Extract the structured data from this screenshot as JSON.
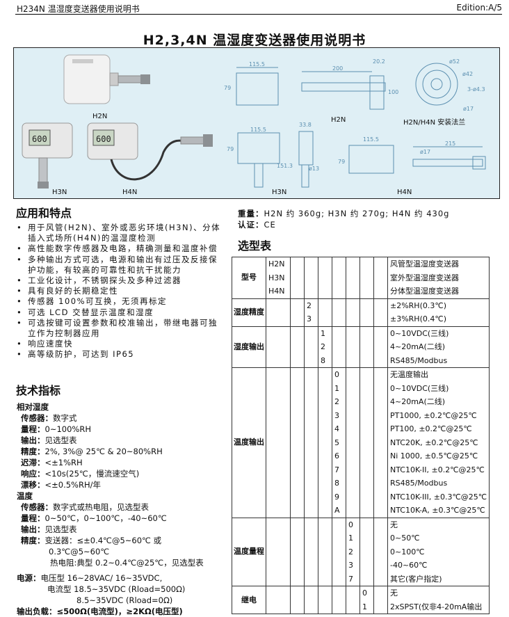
{
  "header": {
    "doc_id": "H234N 温湿度变送器使用说明书",
    "edition": "Edition:A/5"
  },
  "title": "H2,3,4N 温湿度变送器使用说明书",
  "figure": {
    "labels": {
      "h2n_photo": "H2N",
      "h3n_photo": "H3N",
      "h4n_photo": "H4N",
      "h2n_drawing": "H2N",
      "h2n_h4n_flange": "H2N/H4N 安装法兰",
      "h3n_drawing": "H3N",
      "h4n_drawing": "H4N"
    },
    "dims": {
      "d1": "115.5",
      "d2": "79",
      "d3": "200",
      "d4": "20.2",
      "d5": "100",
      "d6": "ø52",
      "d7": "ø42",
      "d8": "3-ø4.3",
      "d9": "ø17",
      "d10": "115.5",
      "d11": "33.8",
      "d12": "79",
      "d13": "151.3",
      "d14": "ø13",
      "d15": "115.5",
      "d16": "215",
      "d17": "ø17",
      "d18": "79"
    },
    "display_text": "600"
  },
  "features": {
    "heading": "应用和特点",
    "items": [
      "用于风管(H2N)、室外或恶劣环境(H3N)、分体插入式场所(H4N)的温湿度检测",
      "高性能数字传感器及电路，精确测量和温度补偿",
      "多种输出方式可选，电源和输出有过压及反接保护功能，有较高的可靠性和抗干扰能力",
      "工业化设计，不锈钢探头及多种过滤器",
      "具有良好的长期稳定性",
      "传感器 100%可互换，无须再标定",
      "可选 LCD 交替显示温度和湿度",
      "可选按键可设置参数和校准输出，带继电器可独立作为控制器应用",
      "响应速度快",
      "高等级防护，可达到 IP65"
    ]
  },
  "specs": {
    "heading": "技术指标",
    "humidity_title": "相对湿度",
    "humidity": [
      {
        "k": "传感器：",
        "v": "数字式"
      },
      {
        "k": "量程：",
        "v": "0~100%RH"
      },
      {
        "k": "输出：",
        "v": "见选型表"
      },
      {
        "k": "精度：",
        "v": "2%, 3%@ 25℃ & 20~80%RH"
      },
      {
        "k": "迟滞：",
        "v": "<±1%RH"
      },
      {
        "k": "响应：",
        "v": "<10s(25℃，慢流速空气)"
      },
      {
        "k": "漂移：",
        "v": "<±0.5%RH/年"
      }
    ],
    "temp_title": "温度",
    "temp": [
      {
        "k": "传感器：",
        "v": "数字式或热电阻，见选型表"
      },
      {
        "k": "量程：",
        "v": "0~50℃，0~100℃，-40~60℃"
      },
      {
        "k": "输出：",
        "v": "见选型表"
      },
      {
        "k": "精度：",
        "v": "变送器：≤±0.4℃@5~60℃  或"
      }
    ],
    "temp_acc_cont1": "0.3℃@5~60℃",
    "temp_acc_cont2": "热电阻:典型 0.2~0.4℃@25℃，见选型表",
    "power_k": "电源：",
    "power_v1": "电压型 16~28VAC/ 16~35VDC,",
    "power_v2": "电流型 18.5~35VDC (Rload=500Ω)",
    "power_v3": "8.5~35VDC (Rload=0Ω)",
    "output_cond": "输出负载：≤500Ω(电流型)，≥2KΩ(电压型)"
  },
  "weight_line": {
    "k": "重量：",
    "v": "H2N 约 360g; H3N 约 270g; H4N 约 430g"
  },
  "cert_line": {
    "k": "认证：",
    "v": "CE"
  },
  "selection": {
    "heading": "选型表",
    "rows": {
      "model": {
        "label": "型号",
        "codes": [
          "H2N",
          "H3N",
          "H4N"
        ],
        "descs": [
          "风管型温湿度变送器",
          "室外型温湿度变送器",
          "分体型温湿度变送器"
        ]
      },
      "hum_acc": {
        "label": "湿度精度",
        "codes": [
          "2",
          "3"
        ],
        "descs": [
          "±2%RH(0.3℃)",
          "±3%RH(0.4℃)"
        ]
      },
      "hum_out": {
        "label": "湿度输出",
        "codes": [
          "1",
          "2",
          "8"
        ],
        "descs": [
          "0~10VDC(三线)",
          "4~20mA(二线)",
          "RS485/Modbus"
        ]
      },
      "temp_out": {
        "label": "温度输出",
        "codes": [
          "0",
          "1",
          "2",
          "3",
          "4",
          "5",
          "6",
          "7",
          "8",
          "9",
          "A"
        ],
        "descs": [
          "无温度输出",
          "0~10VDC(三线)",
          "4~20mA(二线)",
          "PT1000, ±0.2℃@25℃",
          "PT100, ±0.2℃@25℃",
          "NTC20K, ±0.2℃@25℃",
          "Ni 1000, ±0.5℃@25℃",
          "NTC10K-II, ±0.2℃@25℃",
          "RS485/Modbus",
          "NTC10K-III, ±0.3℃@25℃",
          "NTC10K-A, ±0.3℃@25℃"
        ]
      },
      "temp_range": {
        "label": "温度量程",
        "codes": [
          "0",
          "1",
          "2",
          "3",
          "7"
        ],
        "descs": [
          "无",
          "0~50℃",
          "0~100℃",
          "-40~60℃",
          "其它(客户指定)"
        ]
      },
      "relay": {
        "label": "继电",
        "codes": [
          "0",
          "1"
        ],
        "descs": [
          "无",
          "2xSPST(仅非4-20mA输出"
        ]
      }
    }
  }
}
